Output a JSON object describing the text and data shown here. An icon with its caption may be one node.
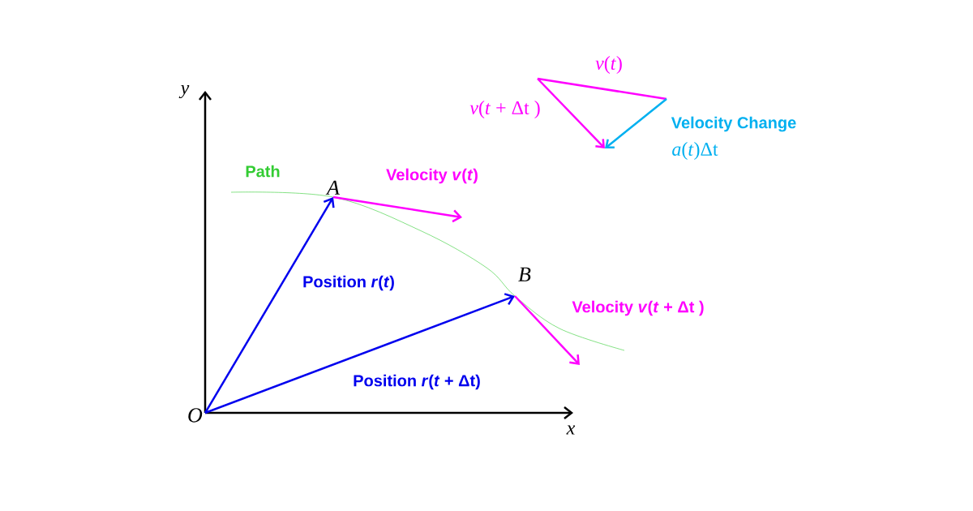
{
  "diagram": {
    "nodes": [
      {
        "text": [
          "O"
        ]
      },
      {
        "text": [
          "A"
        ]
      },
      {
        "text": [
          "B"
        ]
      }
    ],
    "edges": [
      {
        "from": 0,
        "to": 1,
        "arrow": "to",
        "label": "Position *r*(*t*)",
        "color": "#0000ee"
      },
      {
        "from": 0,
        "to": 2,
        "arrow": "to",
        "label": "Position *r*(*t* + Δt)",
        "color": "#0000ee"
      },
      {
        "from": 1,
        "to": null,
        "arrow": "to",
        "label": "Velocity *v*(*t*)",
        "color": "#ff00ff"
      },
      {
        "from": 2,
        "to": null,
        "arrow": "to",
        "label": "Velocity *v*(*t* + Δt )",
        "color": "#ff00ff"
      }
    ],
    "labels": [
      "y",
      "x",
      "Path",
      "*v*(*t*)",
      "*v*(*t* + Δt )",
      "Velocity Change",
      "*a*(*t*)Δt"
    ]
  }
}
